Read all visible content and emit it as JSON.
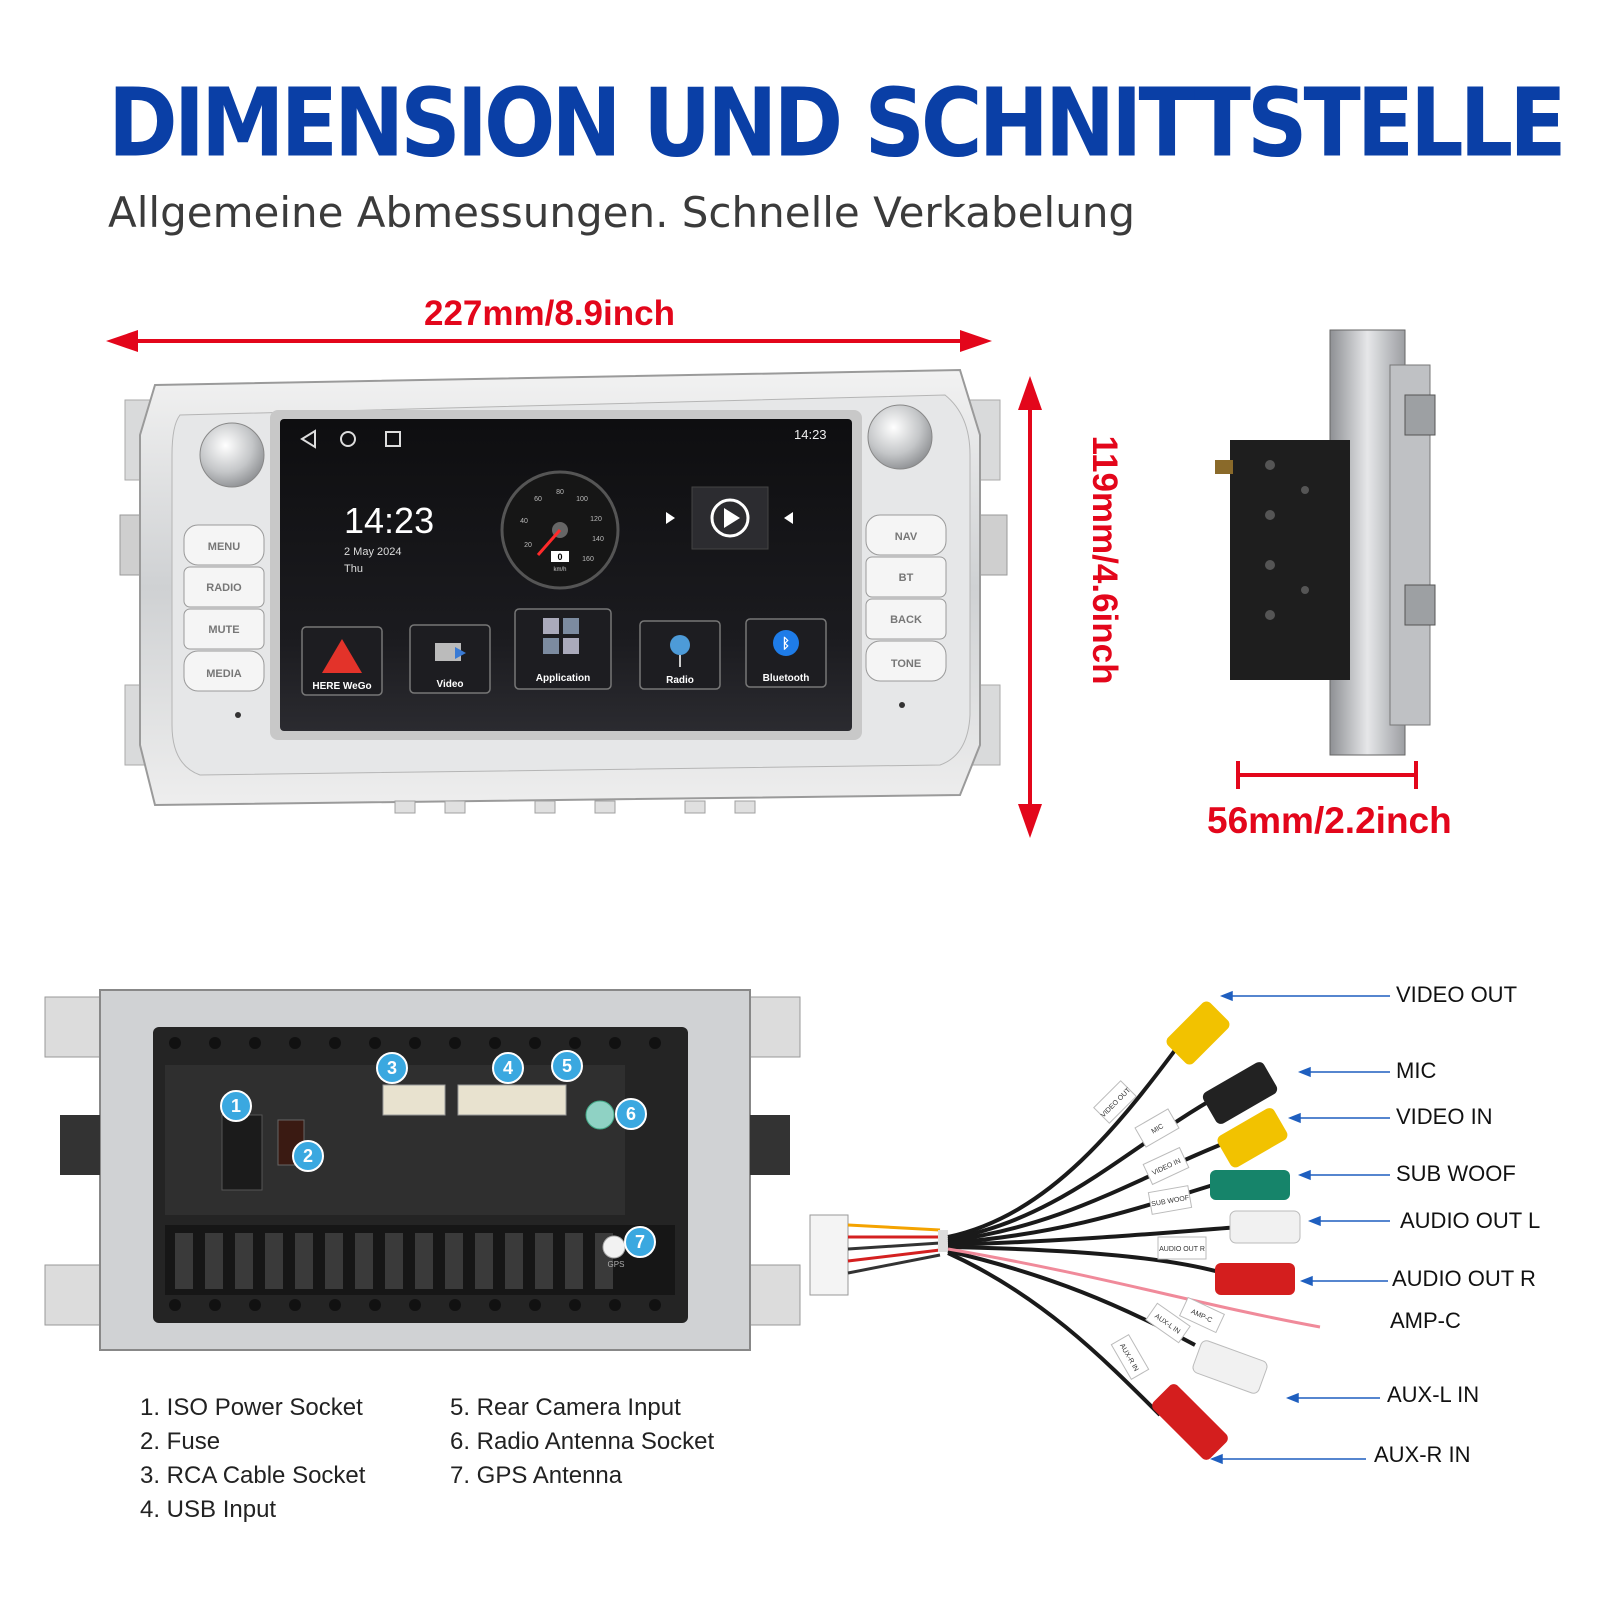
{
  "header": {
    "title": "DIMENSION UND SCHNITTSTELLE",
    "subtitle": "Allgemeine Abmessungen. Schnelle Verkabelung"
  },
  "dimensions": {
    "width": "227mm/8.9inch",
    "height": "119mm/4.6inch",
    "depth": "56mm/2.2inch"
  },
  "colors": {
    "title_blue": "#0a3fa6",
    "dimension_red": "#e3061b",
    "badge_blue": "#3aa8e0"
  },
  "device": {
    "left_buttons": [
      "MENU",
      "RADIO",
      "MUTE",
      "MEDIA"
    ],
    "right_buttons": [
      "NAV",
      "BT",
      "BACK",
      "TONE"
    ],
    "screen": {
      "status_time": "14:23",
      "clock": "14:23",
      "date": "2 May 2024",
      "weekday": "Thu",
      "speed_value": "0",
      "speed_unit": "km/h",
      "speed_ticks": [
        "20",
        "40",
        "60",
        "80",
        "100",
        "120",
        "140",
        "160"
      ],
      "apps": [
        {
          "label": "HERE WeGo",
          "icon": "navigation-arrow-icon"
        },
        {
          "label": "Video",
          "icon": "video-clapper-icon"
        },
        {
          "label": "Application",
          "icon": "app-grid-icon"
        },
        {
          "label": "Radio",
          "icon": "radio-antenna-icon"
        },
        {
          "label": "Bluetooth",
          "icon": "bluetooth-icon"
        }
      ]
    }
  },
  "back_panel": {
    "badges": [
      "1",
      "2",
      "3",
      "4",
      "5",
      "6",
      "7"
    ],
    "gps_label": "GPS"
  },
  "legend": {
    "col1": [
      "1. ISO Power Socket",
      "2. Fuse",
      "3. RCA Cable Socket",
      "4. USB Input"
    ],
    "col2": [
      "5. Rear Camera Input",
      "6. Radio Antenna Socket",
      "7. GPS Antenna"
    ]
  },
  "cable": {
    "labels": [
      "VIDEO OUT",
      "MIC",
      "VIDEO IN",
      "SUB WOOF",
      "AUDIO OUT L",
      "AUDIO OUT R",
      "AMP-C",
      "AUX-L IN",
      "AUX-R IN"
    ],
    "tags": [
      "VIDEO OUT",
      "MIC",
      "VIDEO IN",
      "SUB WOOF",
      "AUDIO OUT R",
      "AMP-C",
      "AUX-L IN",
      "AUX-R IN"
    ]
  }
}
